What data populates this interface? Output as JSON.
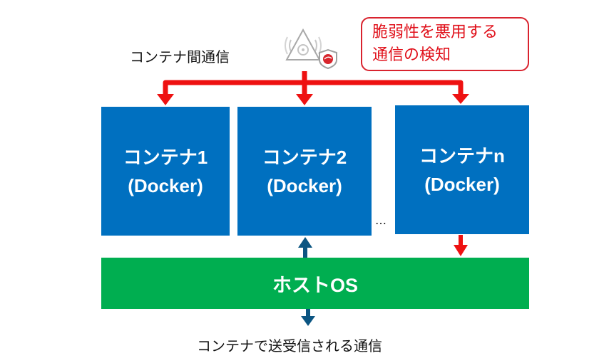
{
  "diagram": {
    "top_label": "コンテナ間通信",
    "callout": {
      "line1": "脆弱性を悪用する",
      "line2": "通信の検知"
    },
    "icon": "biohazard-shield-icon",
    "containers": [
      {
        "name": "コンテナ1",
        "runtime": "(Docker)"
      },
      {
        "name": "コンテナ2",
        "runtime": "(Docker)"
      },
      {
        "name": "コンテナn",
        "runtime": "(Docker)"
      }
    ],
    "ellipsis": "…",
    "host": "ホストOS",
    "bottom_label": "コンテナで送受信される通信",
    "colors": {
      "container": "#0070c0",
      "host": "#00ae50",
      "alert_arrow": "#ee1111",
      "traffic_arrow": "#0b5582",
      "callout_border": "#d9232e",
      "callout_text": "#e0101a"
    }
  }
}
